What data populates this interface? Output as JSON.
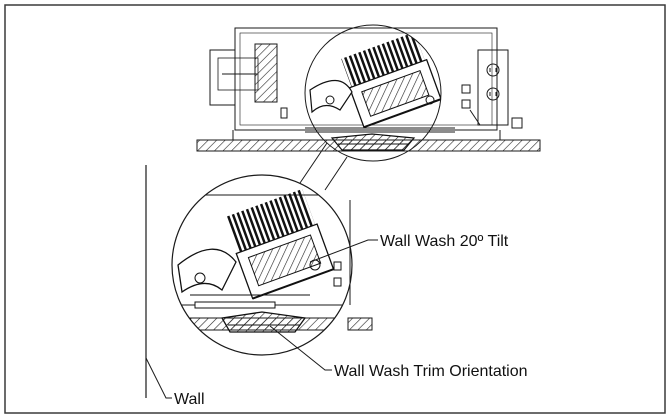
{
  "callouts": {
    "tilt": "Wall Wash 20º Tilt",
    "trim": "Wall Wash Trim Orientation",
    "wall": "Wall"
  },
  "colors": {
    "line": "#1a1a1a",
    "hatch": "#222222",
    "frame": "#3a3a3a",
    "background": "#ffffff"
  }
}
